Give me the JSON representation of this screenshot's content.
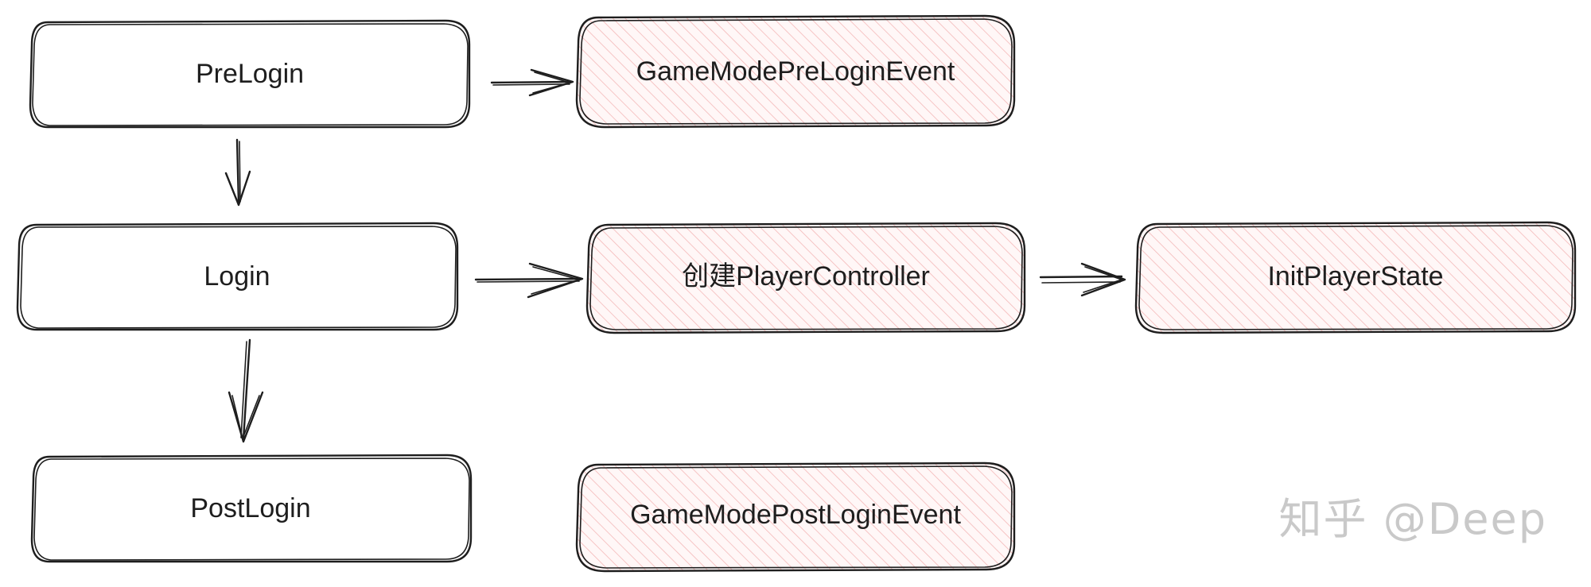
{
  "nodes": {
    "prelogin": {
      "label": "PreLogin"
    },
    "login": {
      "label": "Login"
    },
    "postlogin": {
      "label": "PostLogin"
    },
    "gamemode_prelogin_event": {
      "label": "GameModePreLoginEvent"
    },
    "create_player_controller": {
      "label": "创建PlayerController"
    },
    "init_player_state": {
      "label": "InitPlayerState"
    },
    "gamemode_postlogin_event": {
      "label": "GameModePostLoginEvent"
    }
  },
  "colors": {
    "stroke": "#1e1e1e",
    "hatch": "#f4b8b8",
    "highlight_fill": "#fff7f7",
    "background": "#ffffff",
    "watermark": "#c9c9c9"
  },
  "watermark": {
    "text": "知乎 @Deep"
  }
}
